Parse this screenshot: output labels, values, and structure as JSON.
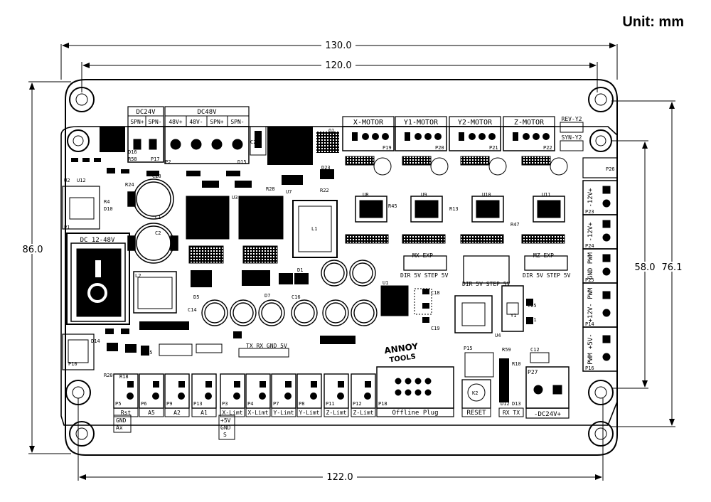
{
  "unit_label": "Unit: mm",
  "dimensions": {
    "outer_width": "130.0",
    "hole_spacing_top": "120.0",
    "hole_spacing_bottom": "122.0",
    "outer_height": "86.0",
    "hole_spacing_right_inner": "58.0",
    "hole_spacing_right_outer": "76.1"
  },
  "power_headers": {
    "dc24v": "DC24V",
    "dc48v": "DC48V",
    "spn_plus": "SPN+",
    "spn_minus": "SPN-",
    "v48_plus": "48V+",
    "v48_minus": "48V-"
  },
  "motor_headers": [
    "X-MOTOR",
    "Y1-MOTOR",
    "Y2-MOTOR",
    "Z-MOTOR"
  ],
  "rev_syn": [
    "REV-Y2",
    "SYN-Y2"
  ],
  "power_switch_label": "DC 12-48V",
  "right_connectors": [
    "-12V+",
    "-12V+",
    "GND PWM",
    "+12V- PWM",
    "PWM +5V-"
  ],
  "right_connector_ids": [
    "P23",
    "P24",
    "P25",
    "P14",
    "P16"
  ],
  "bottom_ports": [
    {
      "id": "P5",
      "label": "Rst"
    },
    {
      "id": "P6",
      "label": "A5"
    },
    {
      "id": "P9",
      "label": "A2"
    },
    {
      "id": "P13",
      "label": "A1"
    },
    {
      "id": "P3",
      "label": "X-Limt"
    },
    {
      "id": "P4",
      "label": "X-Limt"
    },
    {
      "id": "P7",
      "label": "Y-Limt"
    },
    {
      "id": "P8",
      "label": "Y-Limt"
    },
    {
      "id": "P11",
      "label": "Z-Limt"
    },
    {
      "id": "P12",
      "label": "Z-Limt"
    }
  ],
  "gnd_ax": [
    "GND",
    "Ax"
  ],
  "gnd_5v": [
    "+5V",
    "GND",
    "S"
  ],
  "offline_plug": "Offline Plug",
  "offline_plug_id": "P18",
  "reset_label": "RESET",
  "rx_tx_label": "RX  TX",
  "dc24_out_label": "-DC24V+",
  "dc24_out_id": "P27",
  "uart_label": "TX RX GND 5V",
  "exp_labels": [
    "MX-EXP",
    "MZ-EXP"
  ],
  "dir_step": [
    "DIR 5V STEP 5V",
    "DIR 5V STEP 5V",
    "DIR 5V STEP 5V"
  ],
  "brand": [
    "ANNOY",
    "TOOLS"
  ],
  "component_labels": [
    "P1",
    "P2",
    "P17",
    "P10",
    "P15",
    "P19",
    "P20",
    "P21",
    "P22",
    "P26",
    "C1",
    "C2",
    "L1",
    "L2",
    "U1",
    "U3",
    "U4",
    "U5",
    "U7",
    "U8",
    "U9",
    "U10",
    "U11",
    "U12",
    "Y1",
    "K2",
    "R45",
    "R47",
    "R13",
    "D1",
    "D5",
    "D7",
    "C14",
    "C16",
    "C12",
    "C21",
    "C25",
    "C18",
    "C19",
    "R58",
    "D16",
    "D15",
    "C29",
    "C28",
    "C3",
    "C27",
    "D23",
    "Q1",
    "R22",
    "R28",
    "R24",
    "R4",
    "D10",
    "D14",
    "U2",
    "R20",
    "R18",
    "R59",
    "R10",
    "D12",
    "D13"
  ]
}
